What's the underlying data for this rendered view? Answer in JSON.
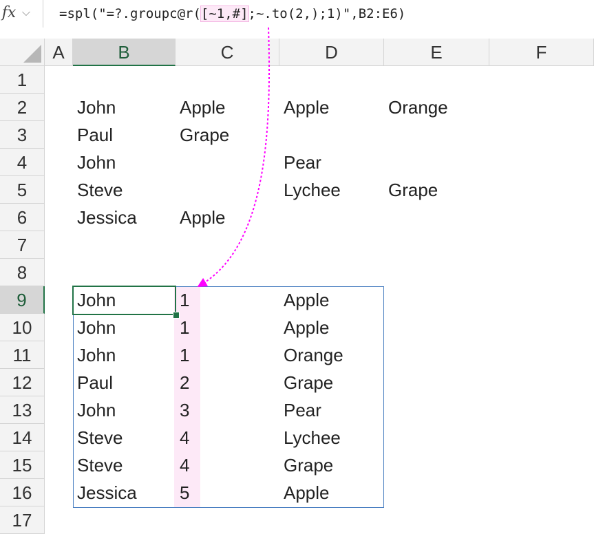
{
  "formula_bar": {
    "fx_label": "fx",
    "expand_glyph": "⌵",
    "formula_pre": "=spl(\"=?.groupc@r(",
    "formula_highlight": "[~1,#]",
    "formula_post": ";~.to(2,);1)\",B2:E6)"
  },
  "grid": {
    "columns": [
      "A",
      "B",
      "C",
      "D",
      "E",
      "F"
    ],
    "selected_column": "B",
    "rows": [
      "1",
      "2",
      "3",
      "4",
      "5",
      "6",
      "7",
      "8",
      "9",
      "10",
      "11",
      "12",
      "13",
      "14",
      "15",
      "16",
      "17"
    ],
    "selected_row": "9",
    "source_table": [
      [
        "John",
        "Apple",
        "Apple",
        "Orange"
      ],
      [
        "Paul",
        "Grape",
        "",
        ""
      ],
      [
        "John",
        "",
        "Pear",
        ""
      ],
      [
        "Steve",
        "",
        "Lychee",
        "Grape"
      ],
      [
        "Jessica",
        "Apple",
        "",
        ""
      ]
    ],
    "result_table": [
      [
        "John",
        "1",
        "Apple"
      ],
      [
        "John",
        "1",
        "Apple"
      ],
      [
        "John",
        "1",
        "Orange"
      ],
      [
        "Paul",
        "2",
        "Grape"
      ],
      [
        "John",
        "3",
        "Pear"
      ],
      [
        "Steve",
        "4",
        "Lychee"
      ],
      [
        "Steve",
        "4",
        "Grape"
      ],
      [
        "Jessica",
        "5",
        "Apple"
      ]
    ]
  },
  "colors": {
    "accent_green": "#217346",
    "highlight_pink": "#fde9f7",
    "arrow_magenta": "#ff00ff",
    "result_border_blue": "#4a7fc1"
  }
}
